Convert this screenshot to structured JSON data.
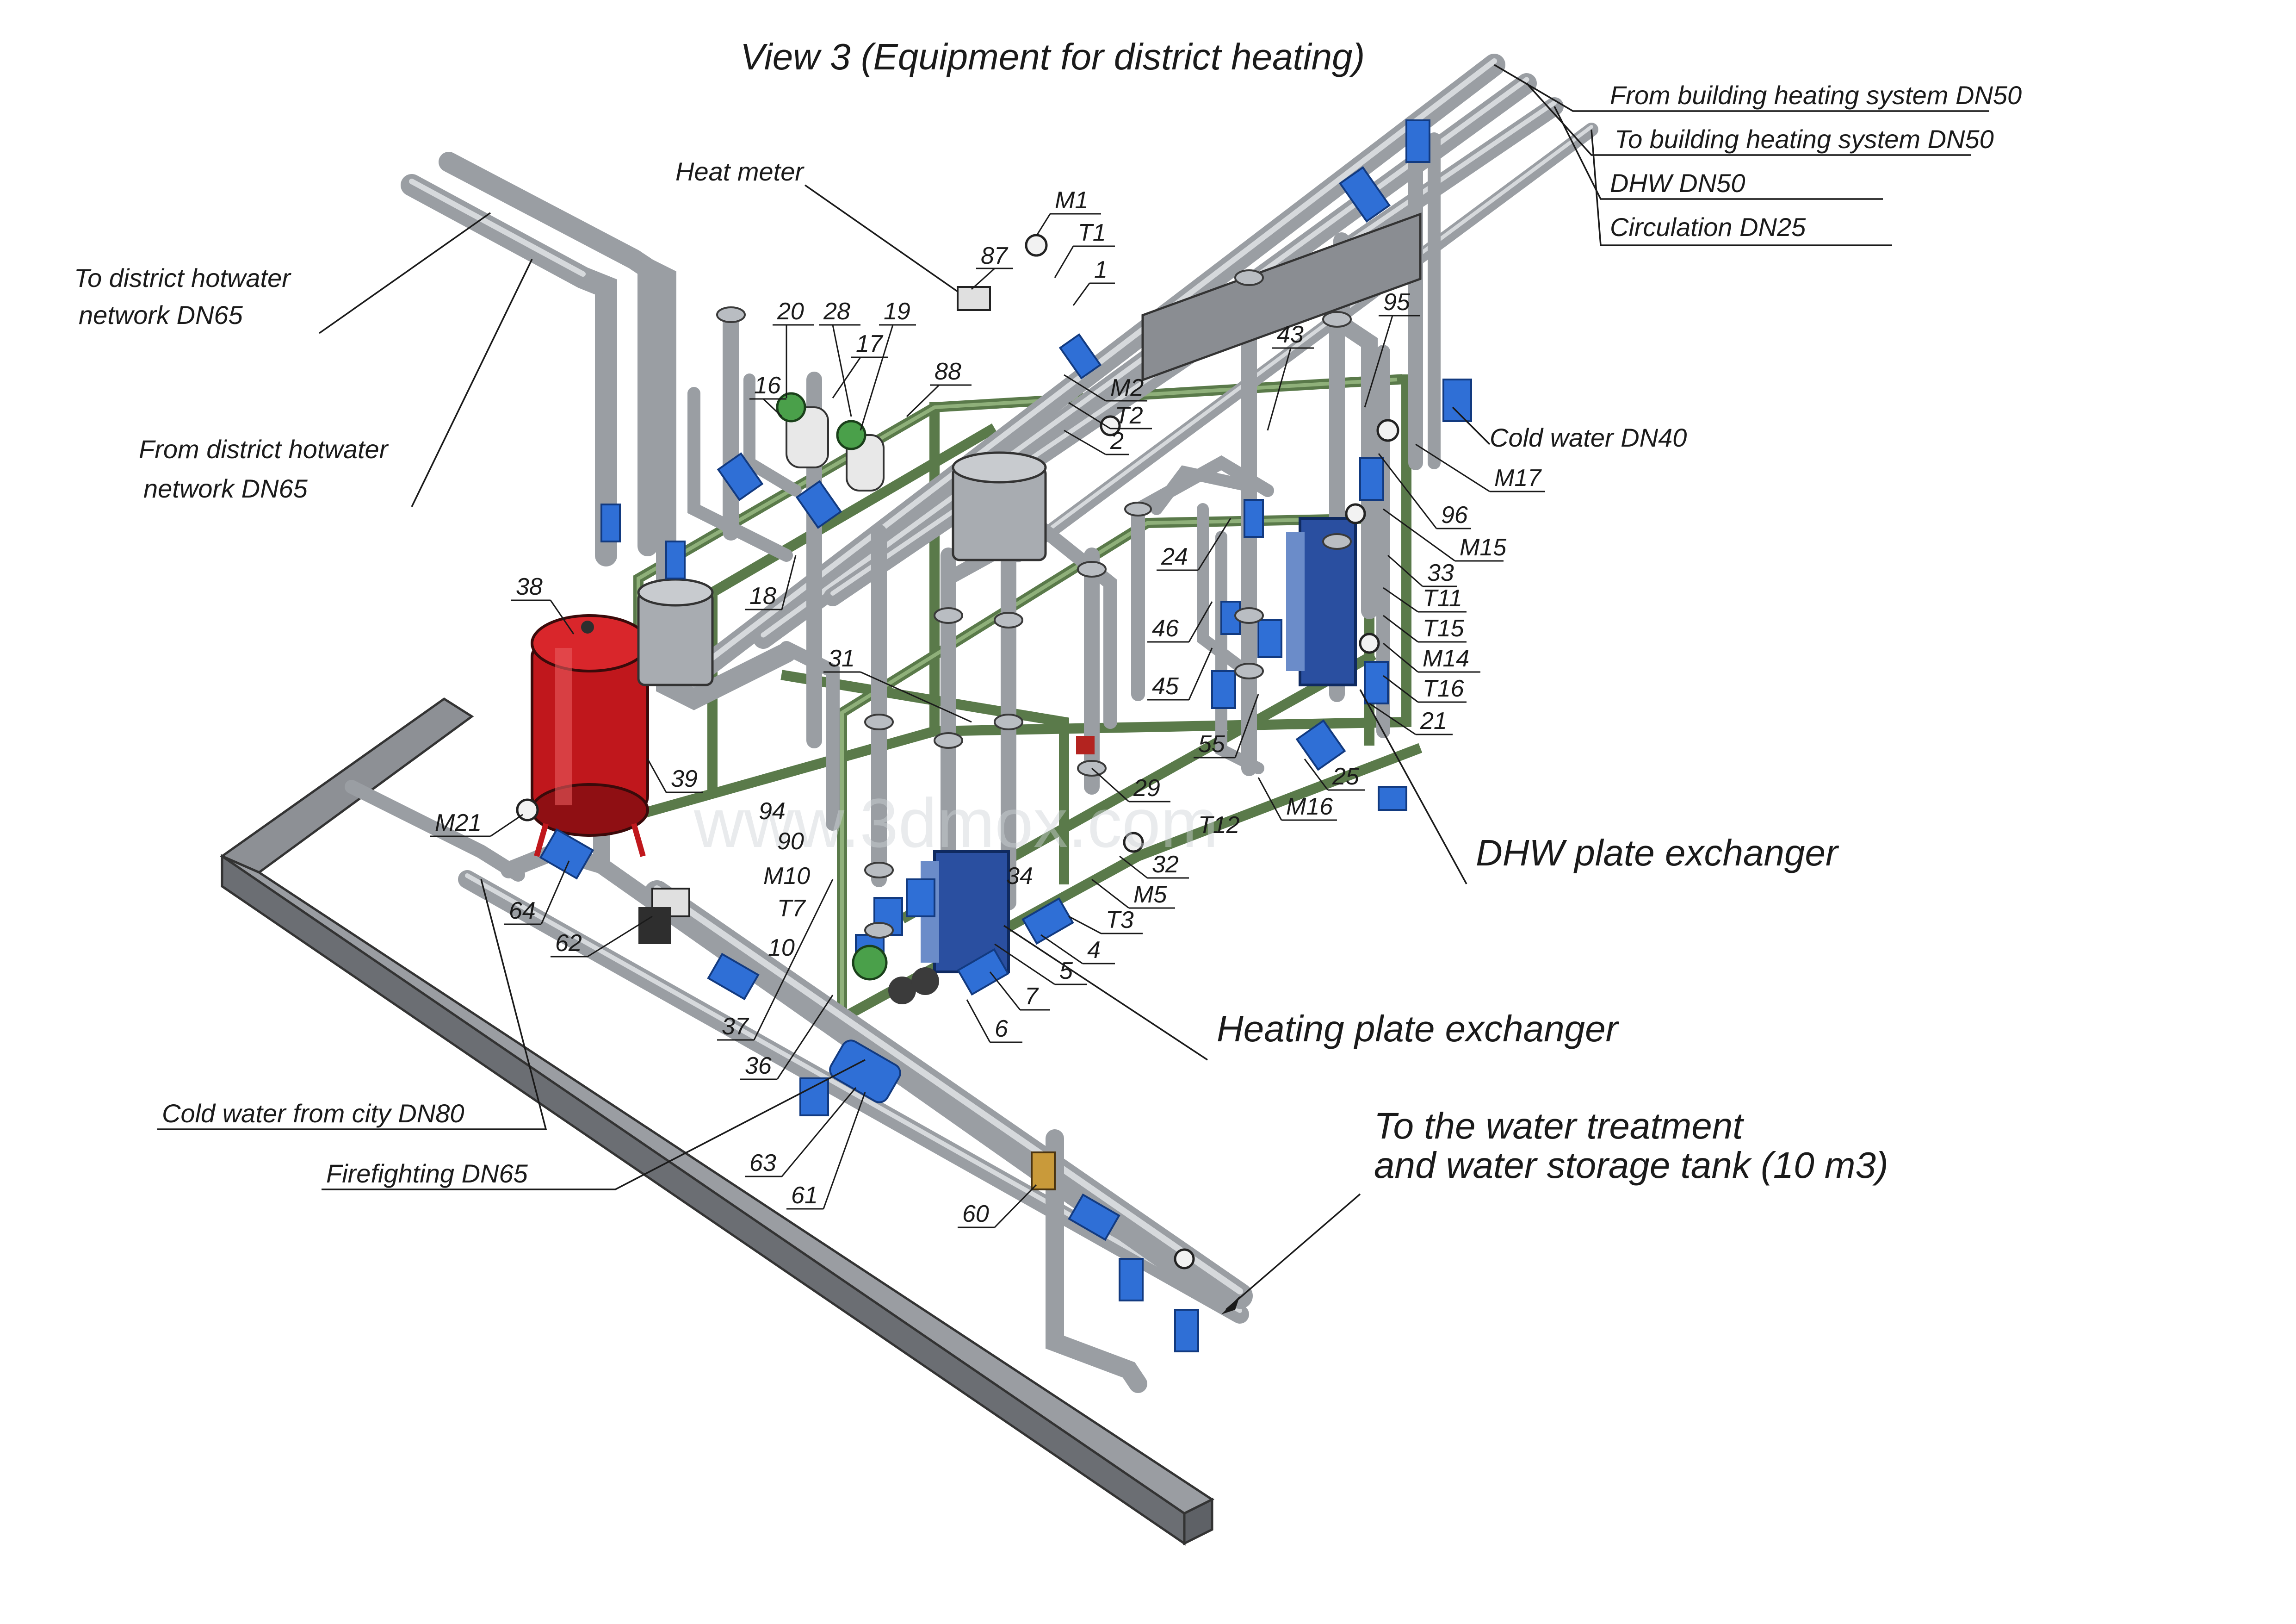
{
  "title": "View 3 (Equipment for district heating)",
  "watermark": "www.3dmox.com",
  "colors": {
    "pipe": "#9a9ea3",
    "frame": "#5a7a4a",
    "valve": "#2f6fd6",
    "tank": "#c0171c",
    "beam": "#7d8085"
  },
  "descriptions": {
    "to_district": [
      "To district hotwater",
      "network DN65"
    ],
    "from_district": [
      "From district hotwater",
      "network DN65"
    ],
    "heat_meter": "Heat meter",
    "from_building": "From building heating system DN50",
    "to_building": "To building heating system DN50",
    "dhw": "DHW DN50",
    "circulation": "Circulation DN25",
    "cold_water": "Cold water DN40",
    "dhw_exchanger": "DHW plate exchanger",
    "heating_exchanger": "Heating plate exchanger",
    "cold_city": "Cold water from city DN80",
    "firefighting": "Firefighting DN65",
    "water_treatment": [
      "To the water treatment",
      "and water storage tank (10 m3)"
    ]
  },
  "tags": {
    "t87": "87",
    "tM1": "M1",
    "tT1": "T1",
    "t1": "1",
    "t20": "20",
    "t28": "28",
    "t19": "19",
    "t17": "17",
    "t16": "16",
    "t88": "88",
    "tM2": "M2",
    "tT2": "T2",
    "t2": "2",
    "t43": "43",
    "t95": "95",
    "tM17": "M17",
    "t96": "96",
    "tM15": "M15",
    "t33": "33",
    "tT11": "T11",
    "tT15": "T15",
    "tM14": "M14",
    "tT16": "T16",
    "t21": "21",
    "t24": "24",
    "t46": "46",
    "t45": "45",
    "t55": "55",
    "t25": "25",
    "tM16": "M16",
    "tT12": "T12",
    "t38": "38",
    "t18": "18",
    "t31": "31",
    "t39": "39",
    "t94": "94",
    "t90": "90",
    "tM10": "M10",
    "tT7": "T7",
    "t10": "10",
    "t29": "29",
    "t32": "32",
    "tM5": "M5",
    "t34": "34",
    "tT3": "T3",
    "t4": "4",
    "t5": "5",
    "t7": "7",
    "t6": "6",
    "tM21": "M21",
    "t64": "64",
    "t62": "62",
    "t37": "37",
    "t36": "36",
    "t63": "63",
    "t61": "61",
    "t60": "60"
  }
}
